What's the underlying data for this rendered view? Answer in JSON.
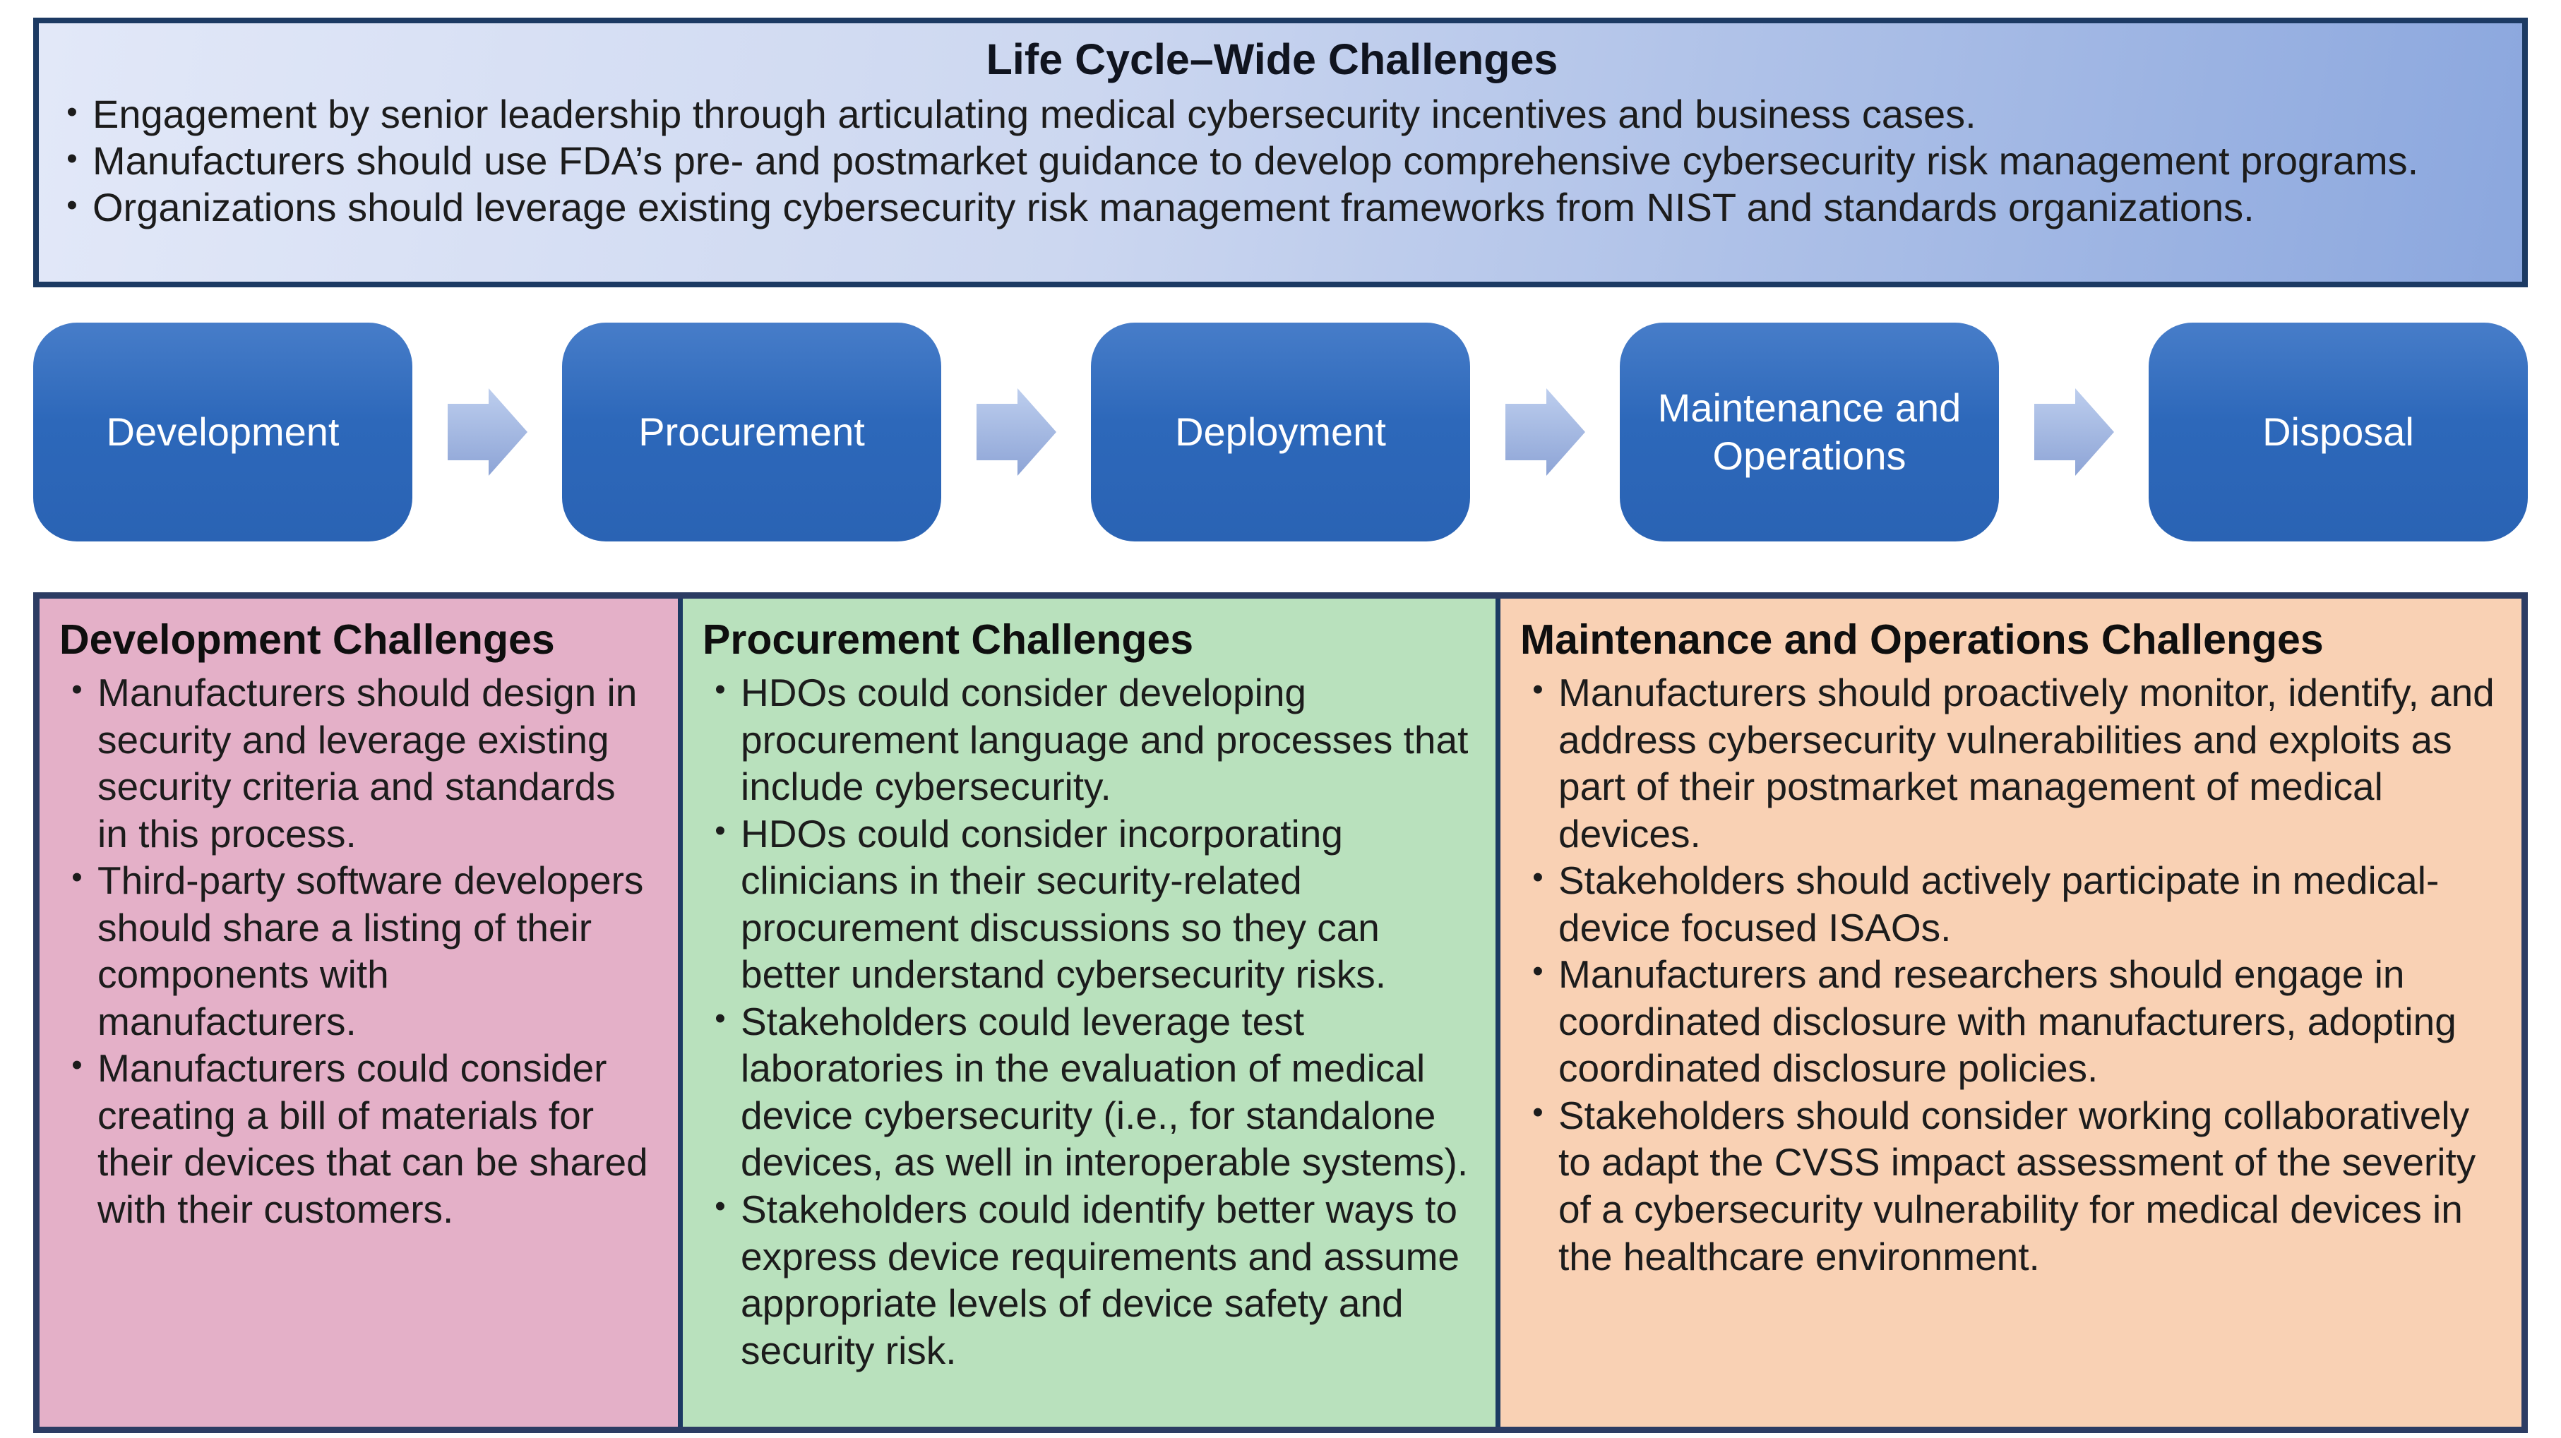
{
  "banner": {
    "title": "Life Cycle–Wide Challenges",
    "bullets": [
      "Engagement by senior leadership through articulating medical cybersecurity incentives and business cases.",
      "Manufacturers should use FDA’s pre- and postmarket guidance to develop comprehensive cybersecurity risk management programs.",
      "Organizations should leverage existing cybersecurity risk management frameworks from NIST and standards organizations."
    ]
  },
  "lifecycle": {
    "stages": [
      "Development",
      "Procurement",
      "Deployment",
      "Maintenance and Operations",
      "Disposal"
    ],
    "arrow_icon": "right-block-arrow"
  },
  "columns": [
    {
      "title": "Development Challenges",
      "color": "#e4b0c8",
      "bullets": [
        "Manufacturers should design in security and leverage existing security criteria and standards in this process.",
        "Third-party software developers should share a listing of their components with manufacturers.",
        "Manufacturers could consider creating a bill of materials for their devices that can be shared with their customers."
      ]
    },
    {
      "title": "Procurement Challenges",
      "color": "#b9e1bd",
      "bullets": [
        "HDOs could consider developing procurement language and processes that include cybersecurity.",
        "HDOs could consider incorporating clinicians in their security-related procurement discussions so they can better understand cybersecurity risks.",
        "Stakeholders could leverage test laboratories in the evaluation of medical device cybersecurity (i.e., for standalone devices, as well in interoperable systems).",
        "Stakeholders could identify better ways to express device requirements and assume appropriate levels of device safety and security risk."
      ]
    },
    {
      "title": "Maintenance and Operations Challenges",
      "color": "#f9d1b4",
      "bullets": [
        "Manufacturers should proactively monitor, identify, and address cybersecurity vulnerabilities and exploits as part of their postmarket management of medical devices.",
        "Stakeholders should actively participate in medical-device focused ISAOs.",
        "Manufacturers and researchers should engage in coordinated disclosure with manufacturers, adopting coordinated disclosure policies.",
        "Stakeholders should consider working collaboratively to adapt the CVSS impact assessment of the severity of a cybersecurity vulnerability for medical devices in the healthcare environment."
      ]
    }
  ],
  "colors": {
    "border_navy": "#1c3a63",
    "banner_gradient_start": "#e2e8f8",
    "banner_gradient_end": "#8ba7de",
    "stage_box_blue": "#2e68b8",
    "arrow_light_blue": "#b9cbec",
    "column_pink": "#e4b0c8",
    "column_green": "#b9e1bd",
    "column_peach": "#f9d1b4"
  }
}
